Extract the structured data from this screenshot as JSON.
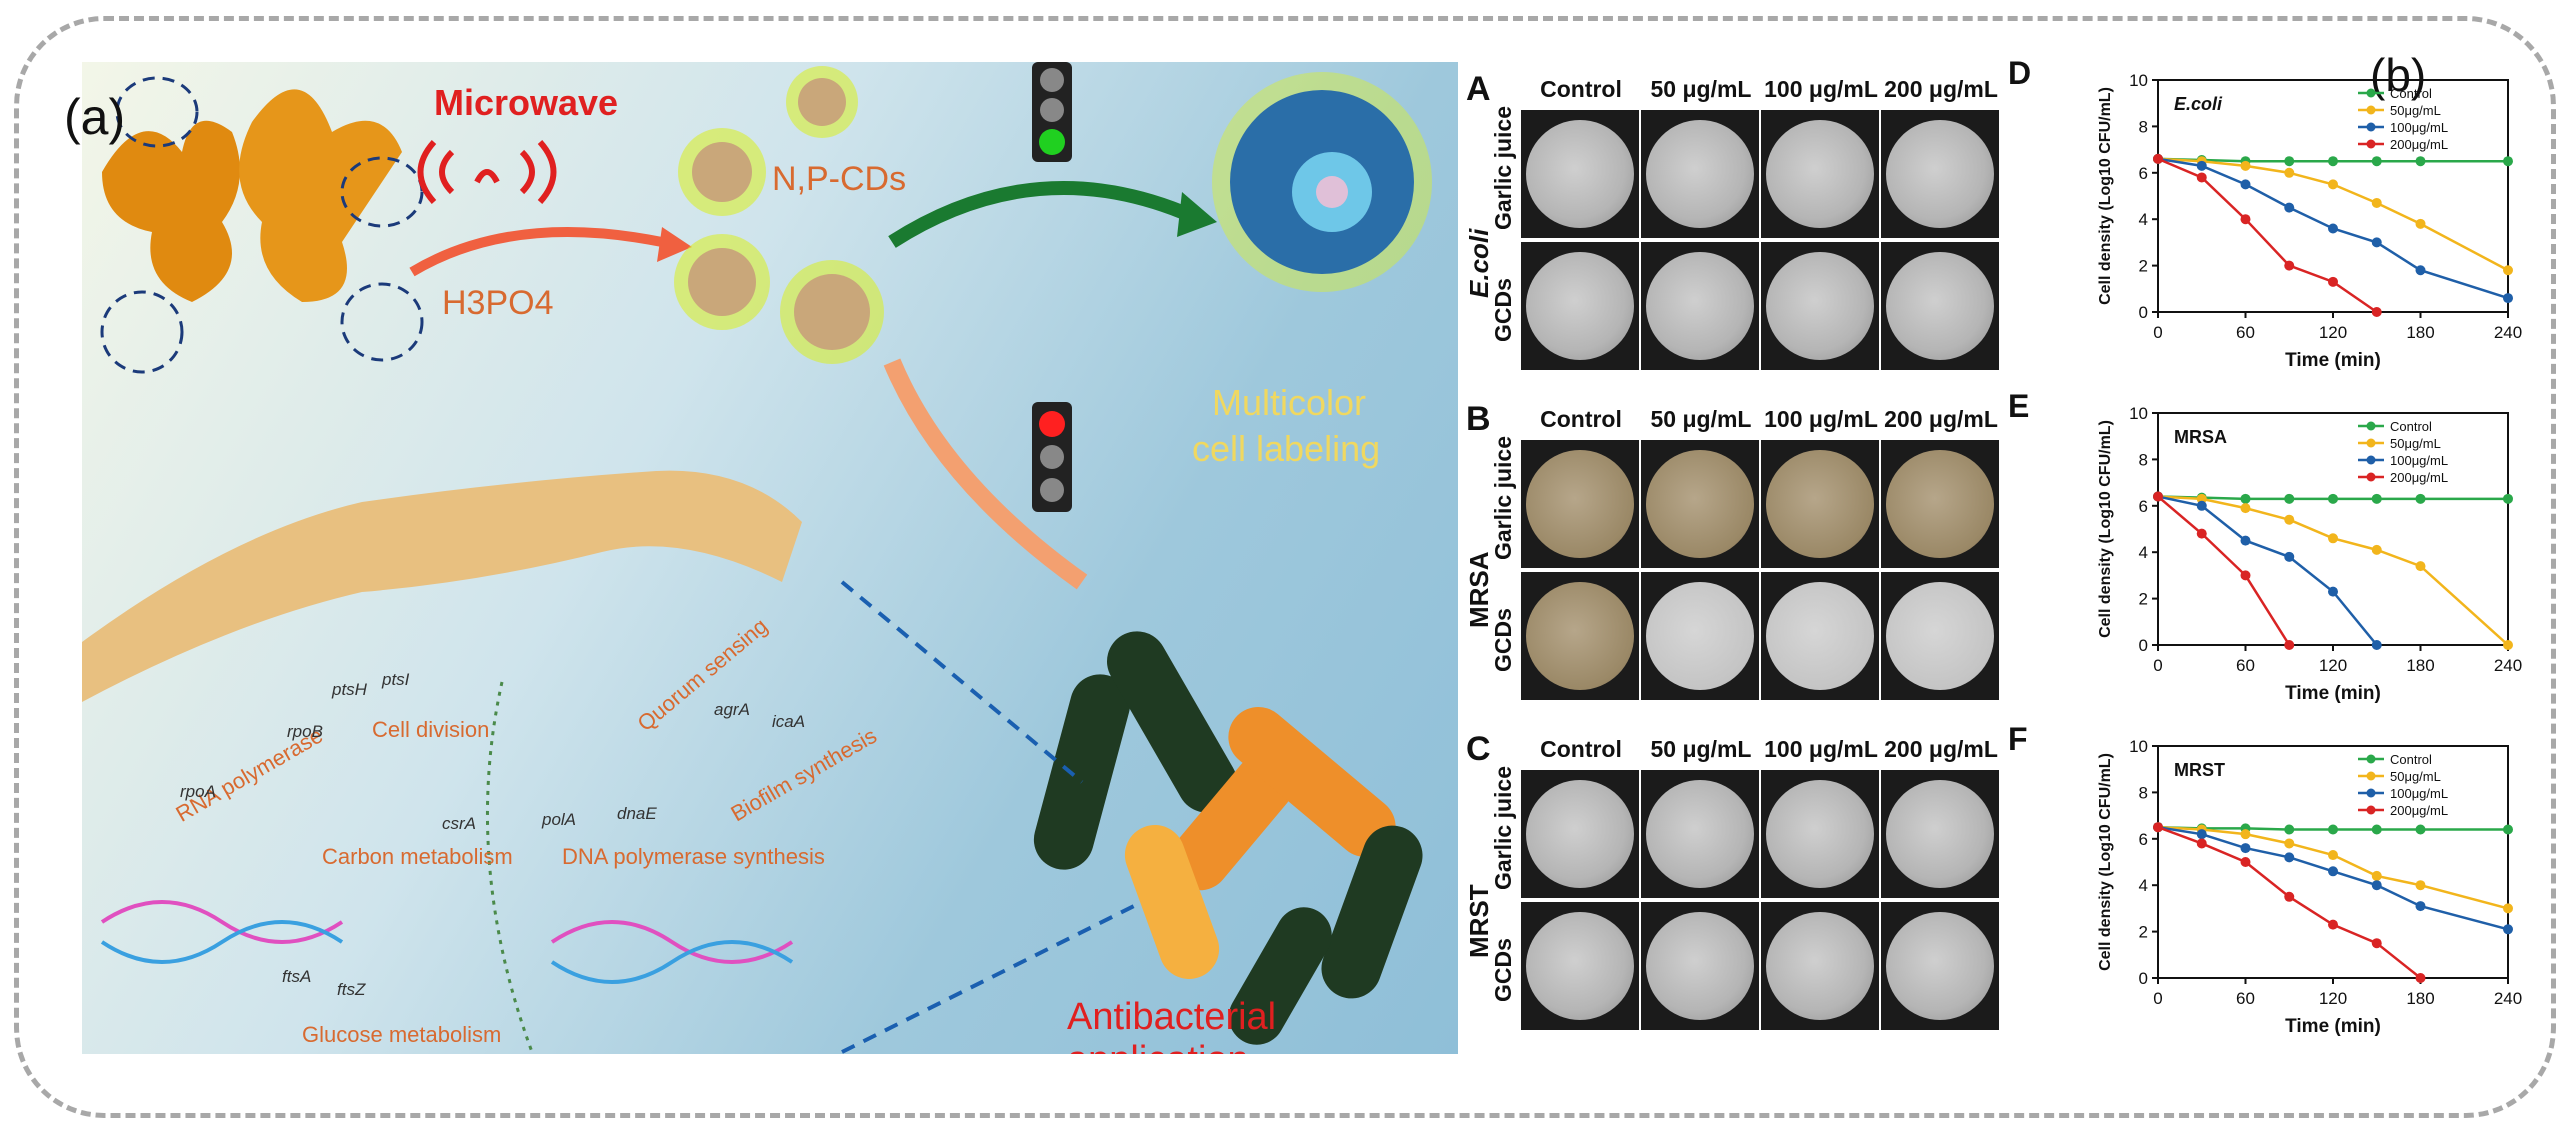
{
  "labels": {
    "a": "(a)",
    "b": "(b)"
  },
  "scheme": {
    "microwave": "Microwave",
    "reagent": "H3PO4",
    "cds": "N,P-CDs",
    "labeling": [
      "Multicolor",
      "cell labeling"
    ],
    "application": "Antibacterial application",
    "processes": [
      "RNA polymerase",
      "Cell division",
      "Carbon metabolism",
      "DNA polymerase synthesis",
      "Quorum sensing",
      "Biofilm synthesis",
      "Glucose metabolism"
    ],
    "genes": [
      "rpoA",
      "rpoB",
      "ptsH",
      "ptsI",
      "csrA",
      "polA",
      "dnaE",
      "agrA",
      "icaA",
      "ftsA",
      "ftsZ"
    ]
  },
  "plates": {
    "columns": [
      "Control",
      "50 μg/mL",
      "100 μg/mL",
      "200 μg/mL"
    ],
    "rows": [
      "Garlic juice",
      "GCDs"
    ],
    "panels": [
      {
        "letter": "A",
        "organism": "E.coli"
      },
      {
        "letter": "B",
        "organism": "MRSA"
      },
      {
        "letter": "C",
        "organism": "MRST"
      }
    ]
  },
  "colors": {
    "control": "#2aa84a",
    "c50": "#f2b51c",
    "c100": "#1f5fa8",
    "c200": "#d92424"
  },
  "chart_data": [
    {
      "type": "line",
      "panel": "D",
      "title": "E.coli",
      "xlabel": "Time (min)",
      "ylabel": "Cell density (Log10 CFU/mL)",
      "xlim": [
        0,
        240
      ],
      "ylim": [
        0,
        10
      ],
      "xticks": [
        0,
        60,
        120,
        180,
        240
      ],
      "yticks": [
        0,
        2,
        4,
        6,
        8,
        10
      ],
      "series": [
        {
          "name": "Control",
          "x": [
            0,
            30,
            60,
            90,
            120,
            150,
            180,
            240
          ],
          "values": [
            6.6,
            6.55,
            6.5,
            6.5,
            6.5,
            6.5,
            6.5,
            6.5
          ]
        },
        {
          "name": "50μg/mL",
          "x": [
            0,
            30,
            60,
            90,
            120,
            150,
            180,
            240
          ],
          "values": [
            6.6,
            6.5,
            6.3,
            6.0,
            5.5,
            4.7,
            3.8,
            1.8
          ]
        },
        {
          "name": "100μg/mL",
          "x": [
            0,
            30,
            60,
            90,
            120,
            150,
            180,
            240
          ],
          "values": [
            6.6,
            6.3,
            5.5,
            4.5,
            3.6,
            3.0,
            1.8,
            0.6
          ]
        },
        {
          "name": "200μg/mL",
          "x": [
            0,
            30,
            60,
            90,
            120,
            150
          ],
          "values": [
            6.6,
            5.8,
            4.0,
            2.0,
            1.3,
            0
          ]
        }
      ]
    },
    {
      "type": "line",
      "panel": "E",
      "title": "MRSA",
      "xlabel": "Time (min)",
      "ylabel": "Cell density (Log10 CFU/mL)",
      "xlim": [
        0,
        240
      ],
      "ylim": [
        0,
        10
      ],
      "xticks": [
        0,
        60,
        120,
        180,
        240
      ],
      "yticks": [
        0,
        2,
        4,
        6,
        8,
        10
      ],
      "series": [
        {
          "name": "Control",
          "x": [
            0,
            30,
            60,
            90,
            120,
            150,
            180,
            240
          ],
          "values": [
            6.4,
            6.35,
            6.3,
            6.3,
            6.3,
            6.3,
            6.3,
            6.3
          ]
        },
        {
          "name": "50μg/mL",
          "x": [
            0,
            30,
            60,
            90,
            120,
            150,
            180,
            240
          ],
          "values": [
            6.4,
            6.3,
            5.9,
            5.4,
            4.6,
            4.1,
            3.4,
            0
          ]
        },
        {
          "name": "100μg/mL",
          "x": [
            0,
            30,
            60,
            90,
            120,
            150
          ],
          "values": [
            6.4,
            6.0,
            4.5,
            3.8,
            2.3,
            0
          ]
        },
        {
          "name": "200μg/mL",
          "x": [
            0,
            30,
            60,
            90
          ],
          "values": [
            6.4,
            4.8,
            3.0,
            0
          ]
        }
      ]
    },
    {
      "type": "line",
      "panel": "F",
      "title": "MRST",
      "xlabel": "Time (min)",
      "ylabel": "Cell density (Log10 CFU/mL)",
      "xlim": [
        0,
        240
      ],
      "ylim": [
        0,
        10
      ],
      "xticks": [
        0,
        60,
        120,
        180,
        240
      ],
      "yticks": [
        0,
        2,
        4,
        6,
        8,
        10
      ],
      "series": [
        {
          "name": "Control",
          "x": [
            0,
            30,
            60,
            90,
            120,
            150,
            180,
            240
          ],
          "values": [
            6.5,
            6.45,
            6.45,
            6.4,
            6.4,
            6.4,
            6.4,
            6.4
          ]
        },
        {
          "name": "50μg/mL",
          "x": [
            0,
            30,
            60,
            90,
            120,
            150,
            180,
            240
          ],
          "values": [
            6.5,
            6.4,
            6.2,
            5.8,
            5.3,
            4.4,
            4.0,
            3.0
          ]
        },
        {
          "name": "100μg/mL",
          "x": [
            0,
            30,
            60,
            90,
            120,
            150,
            180,
            240
          ],
          "values": [
            6.5,
            6.2,
            5.6,
            5.2,
            4.6,
            4.0,
            3.1,
            2.1
          ]
        },
        {
          "name": "200μg/mL",
          "x": [
            0,
            30,
            60,
            90,
            120,
            150,
            180
          ],
          "values": [
            6.5,
            5.8,
            5.0,
            3.5,
            2.3,
            1.5,
            0
          ]
        }
      ]
    }
  ]
}
